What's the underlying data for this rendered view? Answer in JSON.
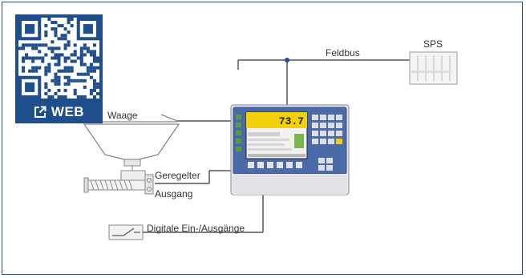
{
  "badge": {
    "label": "WEB",
    "icon": "external-link-icon"
  },
  "labels": {
    "waage": "Waage",
    "feldbus": "Feldbus",
    "sps": "SPS",
    "geregelter_line1": "Geregelter",
    "geregelter_line2": "Ausgang",
    "digitale": "Digitale Ein-/Ausgänge"
  },
  "display": {
    "value": "73.7"
  },
  "colors": {
    "frame": "#1f4e8c",
    "line": "#555555",
    "screen_top": "#f2d10a",
    "keys": "#5a9e3c"
  }
}
